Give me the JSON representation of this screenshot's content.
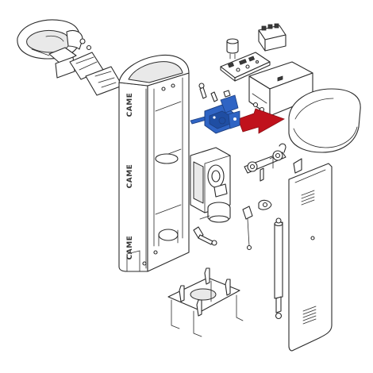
{
  "diagram": {
    "brand_marks": [
      "CAME",
      "CAME",
      "CAME"
    ],
    "colors": {
      "highlight_part": "#2f64c4",
      "arrow": "#c0121c",
      "line": "#2a2a2a"
    }
  }
}
